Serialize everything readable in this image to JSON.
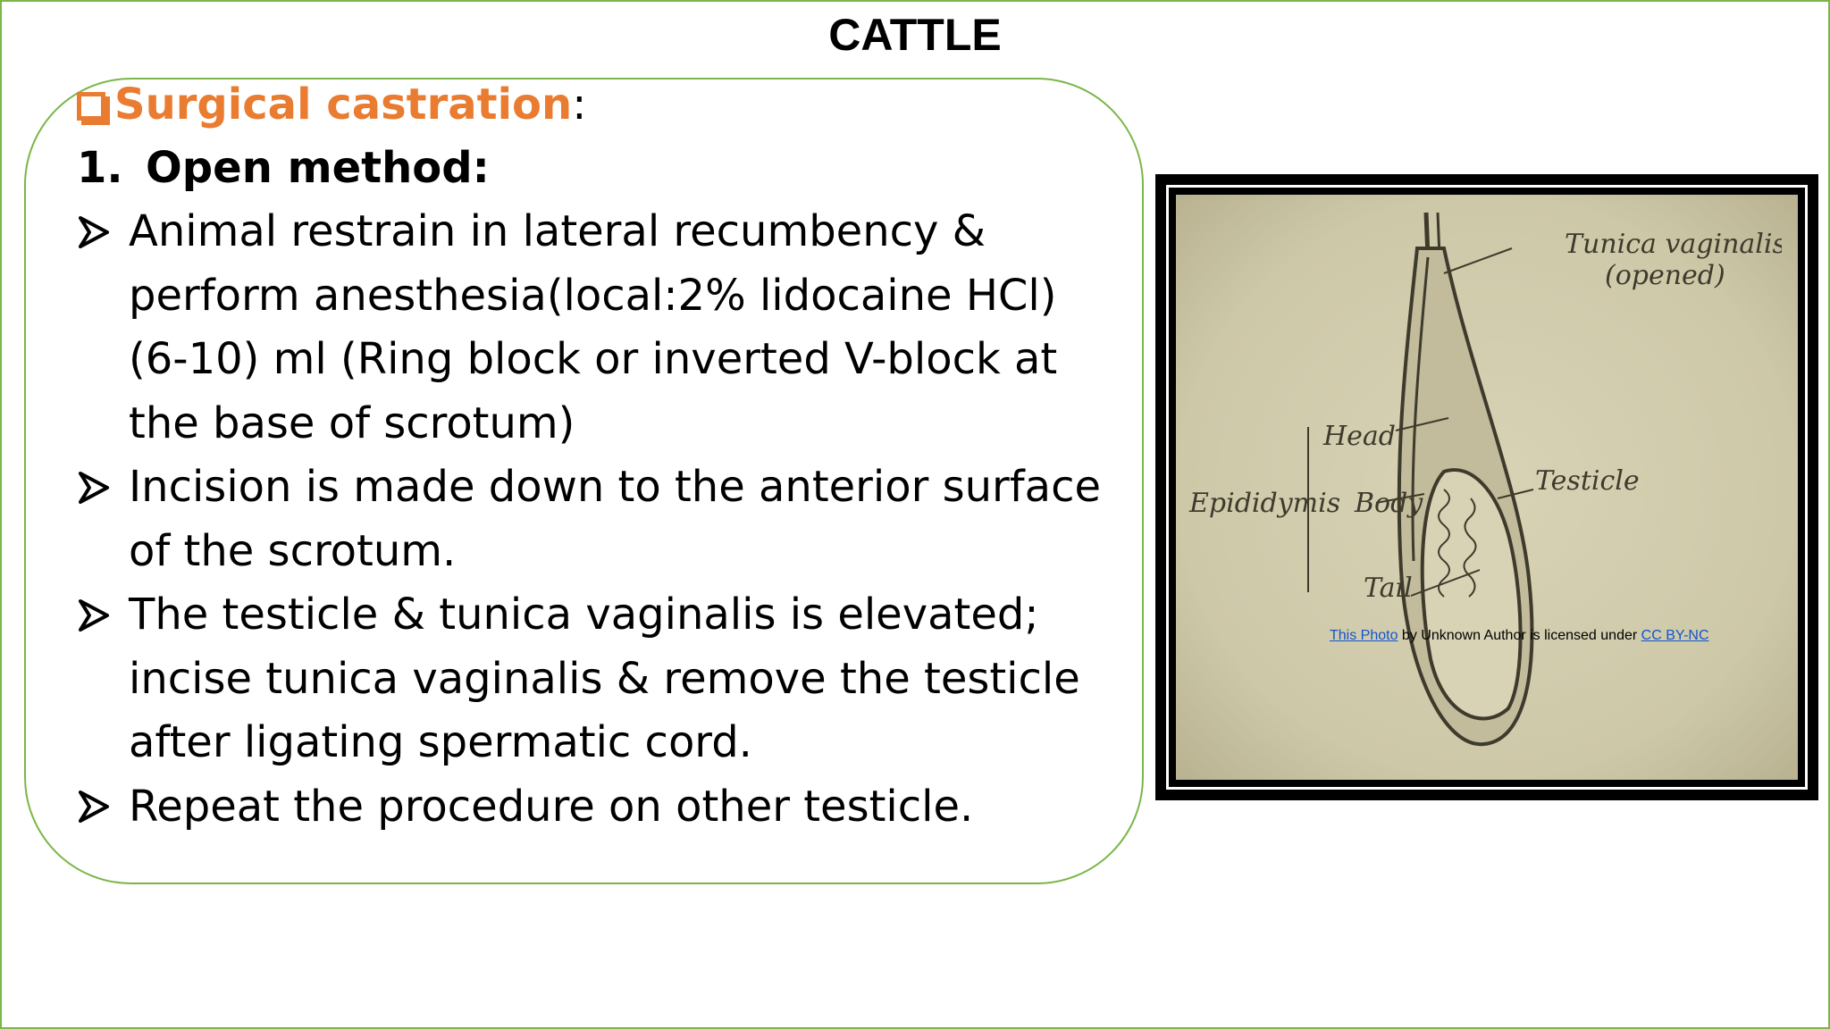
{
  "slide": {
    "title": "CATTLE",
    "section": {
      "heading": "Surgical castration",
      "heading_suffix": ":",
      "method_number": "1.",
      "method_label": "Open method:"
    },
    "bullets": [
      "Animal restrain in lateral recumbency & perform anesthesia(local:2% lidocaine HCl)(6-10) ml (Ring block or inverted V-block at the base of scrotum)",
      "Incision is made down to the anterior surface of the scrotum.",
      "The testicle & tunica vaginalis is elevated; incise tunica vaginalis & remove the testicle after ligating spermatic cord.",
      "Repeat the procedure on other testicle."
    ],
    "figure": {
      "labels": {
        "tunica_line1": "Tunica vaginalis",
        "tunica_line2": "(opened)",
        "head": "Head",
        "epididymis": "Epididymis",
        "body": "Body",
        "testicle": "Testicle",
        "tail": "Tail"
      },
      "attribution": {
        "photo_link": "This Photo",
        "middle": " by Unknown Author is licensed under ",
        "license_link": "CC BY-NC"
      }
    },
    "colors": {
      "accent": "#e97c30",
      "frame": "#7ab648",
      "link": "#1155cc"
    }
  }
}
